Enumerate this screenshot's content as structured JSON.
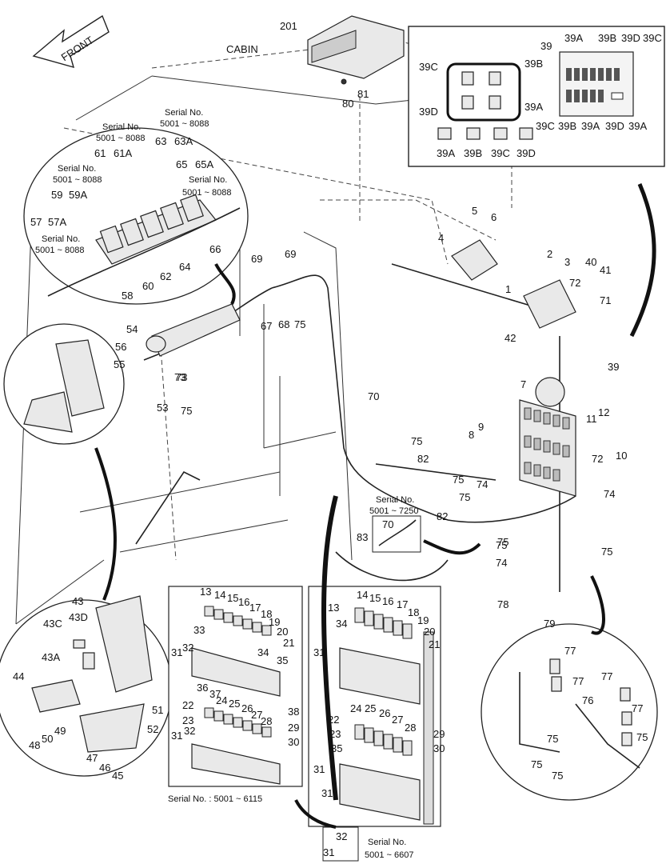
{
  "header": {
    "front_label": "FRONT",
    "cabin_label": "CABIN"
  },
  "fuse_box": {
    "labels": [
      "39",
      "39A",
      "39B",
      "39D",
      "39C",
      "39C",
      "39B",
      "39D",
      "39A",
      "39C",
      "39B",
      "39A",
      "39D",
      "39A"
    ],
    "fuse_types": [
      "39A",
      "39B",
      "39C",
      "39D"
    ]
  },
  "serials": {
    "s1": [
      "Serial No.",
      "5001 ~ 8088"
    ],
    "s2": [
      "Serial No.",
      "5001 ~ 8088"
    ],
    "s3": [
      "Serial No.",
      "5001 ~ 8088"
    ],
    "s4": [
      "Serial No.",
      "5001 ~ 8088"
    ],
    "s5": [
      "Serial No.",
      "5001 ~ 8088"
    ],
    "s6": [
      "Serial No.",
      "5001 ~ 7250"
    ],
    "s7": "Serial No. : 5001 ~ 6115",
    "s8": [
      "Serial No.",
      "5001 ~ 6607"
    ]
  },
  "callouts": {
    "top": [
      "201",
      "81",
      "80",
      "4",
      "5",
      "6",
      "1",
      "2",
      "3",
      "40",
      "41",
      "72",
      "71",
      "42",
      "39",
      "7",
      "9",
      "8",
      "11",
      "12",
      "10",
      "72",
      "75",
      "82",
      "75",
      "74",
      "75",
      "74",
      "82",
      "75",
      "74",
      "75",
      "75",
      "78",
      "79",
      "73",
      "69",
      "67",
      "68",
      "75",
      "70",
      "83",
      "70"
    ],
    "switches": [
      "61",
      "61A",
      "63",
      "63A",
      "65",
      "65A",
      "59",
      "59A",
      "57",
      "57A",
      "58",
      "60",
      "62",
      "64",
      "66",
      "54",
      "56",
      "55",
      "73",
      "53",
      "75"
    ],
    "mirror": [
      "43",
      "43D",
      "43C",
      "43A",
      "44",
      "49",
      "50",
      "48",
      "51",
      "52",
      "47",
      "46",
      "45"
    ],
    "relay_left": [
      "13",
      "14",
      "15",
      "16",
      "17",
      "18",
      "19",
      "20",
      "21",
      "33",
      "34",
      "35",
      "31",
      "32",
      "36",
      "37",
      "38",
      "22",
      "23",
      "24",
      "25",
      "26",
      "27",
      "28",
      "29",
      "30",
      "31",
      "32"
    ],
    "relay_right": [
      "13",
      "14",
      "15",
      "16",
      "17",
      "18",
      "19",
      "20",
      "21",
      "34",
      "31",
      "22",
      "23",
      "24",
      "25",
      "26",
      "27",
      "28",
      "29",
      "35",
      "30",
      "31",
      "31"
    ],
    "bracket": [
      "77",
      "77",
      "77",
      "76",
      "75",
      "75",
      "75",
      "75",
      "77"
    ],
    "bottom_box": [
      "32",
      "31"
    ]
  }
}
